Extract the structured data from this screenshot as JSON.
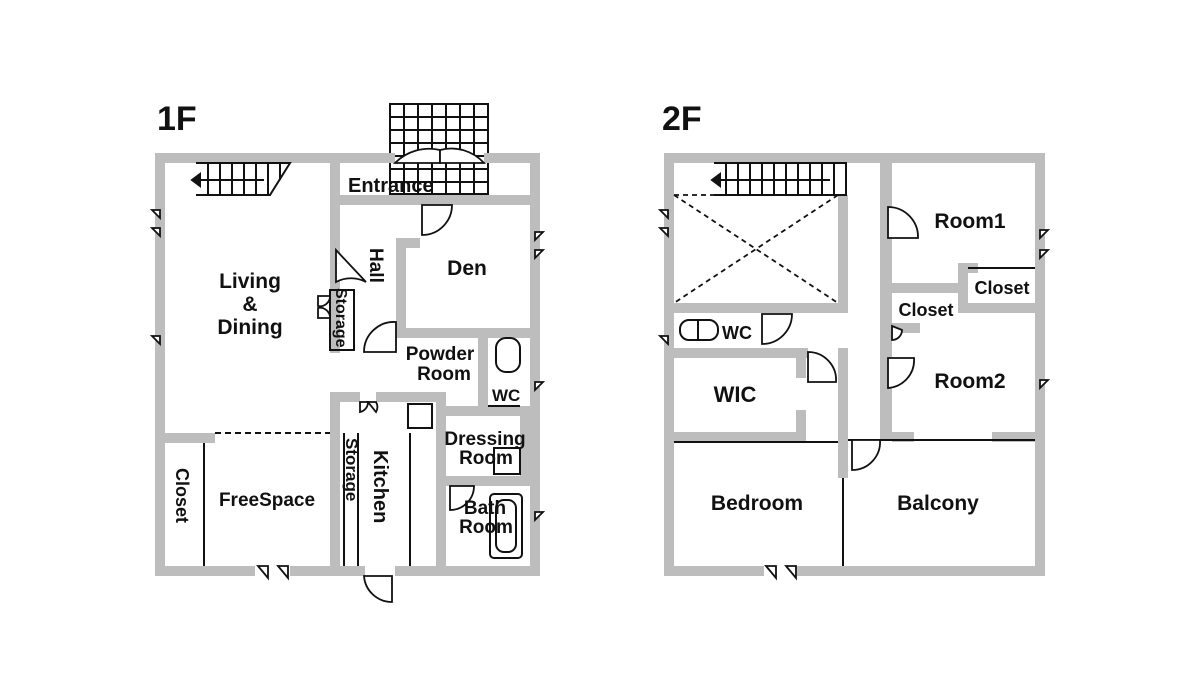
{
  "floors": [
    {
      "title": "1F",
      "rooms": {
        "entrance": "Entrance",
        "living_line1": "Living",
        "living_line2": "&",
        "living_line3": "Dining",
        "hall": "Hall",
        "den": "Den",
        "storage_hall": "Storage",
        "powder_line1": "Powder",
        "powder_line2": "Room",
        "wc": "WC",
        "dressing_line1": "Dressing",
        "dressing_line2": "Room",
        "closet": "Closet",
        "freespace": "FreeSpace",
        "storage_kitchen": "Storage",
        "kitchen": "Kitchen",
        "bath_line1": "Bath",
        "bath_line2": "Room"
      }
    },
    {
      "title": "2F",
      "rooms": {
        "room1": "Room1",
        "closet": "Closet",
        "closet2": "Closet",
        "wc": "WC",
        "wic": "WIC",
        "room2": "Room2",
        "bedroom": "Bedroom",
        "balcony": "Balcony"
      }
    }
  ],
  "colors": {
    "wall": "#bdbdbd",
    "line": "#111111",
    "background": "#ffffff"
  }
}
